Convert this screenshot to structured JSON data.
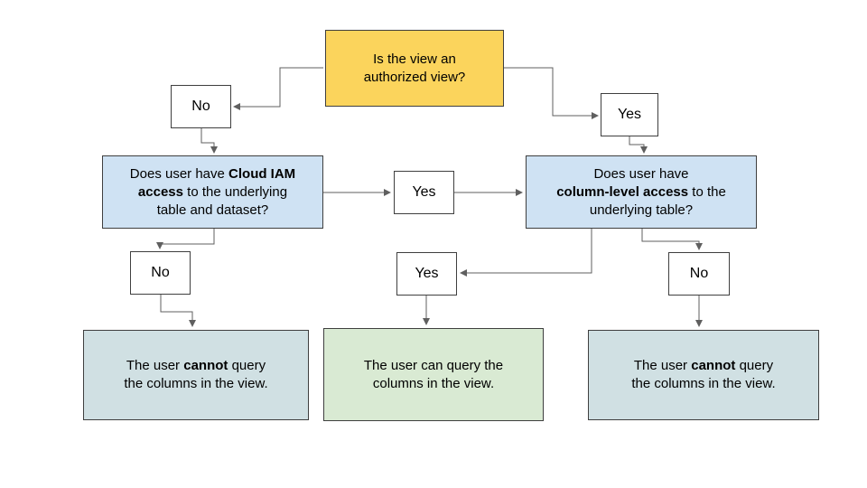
{
  "colors": {
    "question_fill": "#FBD45C",
    "condition_fill": "#CFE2F3",
    "outcome_negative_fill": "#D0E0E3",
    "outcome_positive_fill": "#D9EAD3",
    "box_border": "#3f3f3f",
    "connector_line": "#5f5f5f",
    "text": "#000000"
  },
  "nodes": {
    "authorized_view_question": {
      "parts": [
        {
          "text": "Is the view an\nauthorized view?",
          "bold": false
        }
      ]
    },
    "no_top": {
      "label": "No"
    },
    "yes_top": {
      "label": "Yes"
    },
    "iam_question": {
      "parts": [
        {
          "text": "Does user have ",
          "bold": false
        },
        {
          "text": "Cloud IAM\naccess",
          "bold": true
        },
        {
          "text": " to the underlying\ntable and dataset?",
          "bold": false
        }
      ]
    },
    "yes_mid": {
      "label": "Yes"
    },
    "column_question": {
      "parts": [
        {
          "text": "Does user have\n",
          "bold": false
        },
        {
          "text": "column-level access",
          "bold": true
        },
        {
          "text": " to the\nunderlying table?",
          "bold": false
        }
      ]
    },
    "no_left": {
      "label": "No"
    },
    "yes_bottom": {
      "label": "Yes"
    },
    "no_right": {
      "label": "No"
    },
    "outcome_cannot_left": {
      "parts": [
        {
          "text": "The user ",
          "bold": false
        },
        {
          "text": "cannot",
          "bold": true
        },
        {
          "text": " query\nthe columns in the view.",
          "bold": false
        }
      ]
    },
    "outcome_can": {
      "parts": [
        {
          "text": "The user can query the\ncolumns in the view.",
          "bold": false
        }
      ]
    },
    "outcome_cannot_right": {
      "parts": [
        {
          "text": "The user ",
          "bold": false
        },
        {
          "text": "cannot",
          "bold": true
        },
        {
          "text": " query\nthe columns in the view.",
          "bold": false
        }
      ]
    }
  }
}
